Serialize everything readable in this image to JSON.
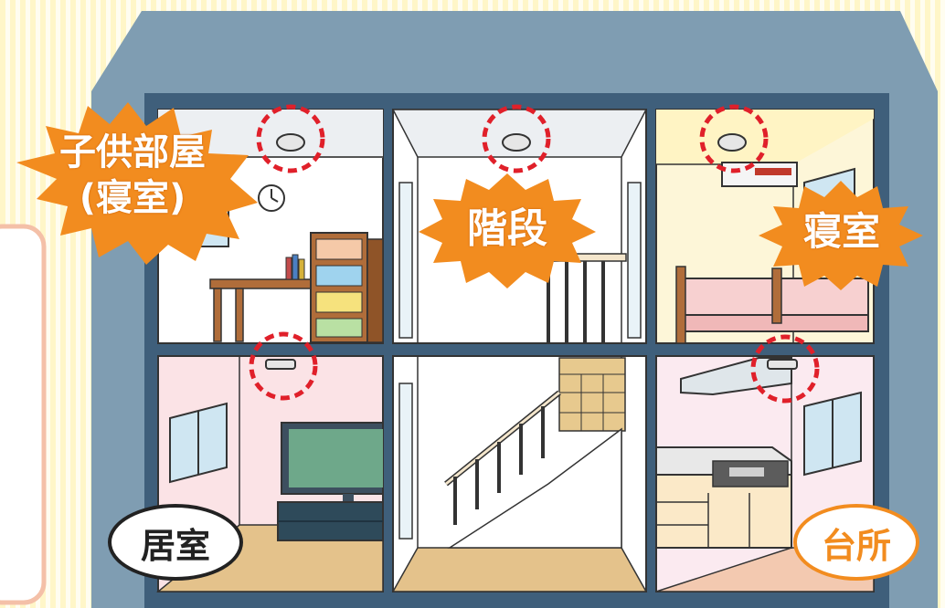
{
  "labels": {
    "kids_room": "子供部屋",
    "kids_room_note": "(寝室)",
    "stairs": "階段",
    "bedroom": "寝室",
    "living": "居室",
    "kitchen": "台所"
  },
  "colors": {
    "roof": "#7f9db2",
    "wall": "#3f5f7b",
    "burst": "#f28c1f",
    "detector_ring": "#e0202a"
  }
}
